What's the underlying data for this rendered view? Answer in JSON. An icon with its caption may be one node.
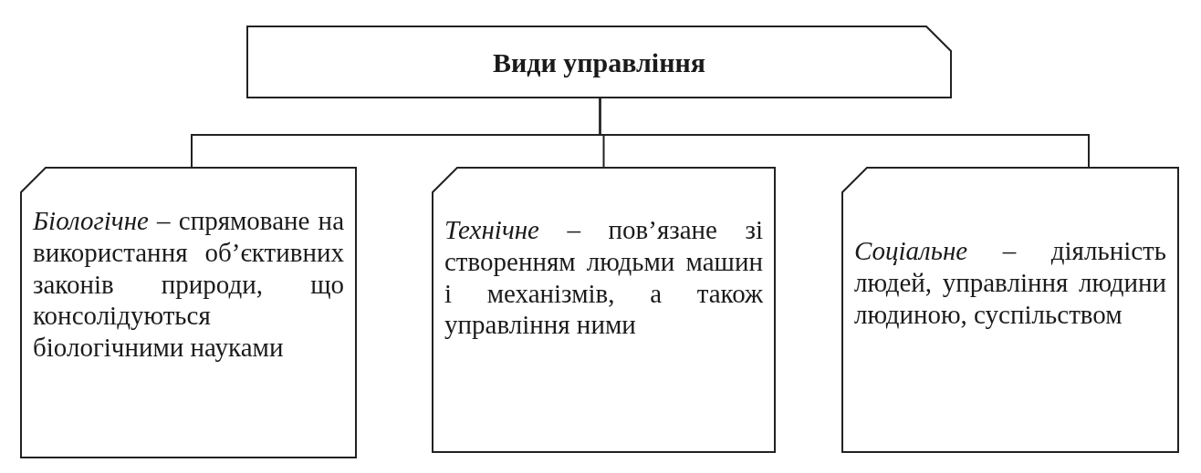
{
  "diagram": {
    "nodes": [
      {
        "text": [
          "Види управління"
        ]
      },
      {
        "text": [
          "*Біологічне* – спрямоване на використання об’єктивних законів природи, що консолідуються біологічними науками"
        ]
      },
      {
        "text": [
          "*Технічне* – пов’язане зі створенням людьми машин і механізмів, а також управління ними"
        ]
      },
      {
        "text": [
          "*Соціальне* – діяльність людей, управління людини людиною, суспільством"
        ]
      }
    ],
    "edges": [
      {
        "from": 0,
        "to": 1,
        "arrow": "none"
      },
      {
        "from": 0,
        "to": 2,
        "arrow": "none"
      },
      {
        "from": 0,
        "to": 3,
        "arrow": "none"
      }
    ]
  }
}
